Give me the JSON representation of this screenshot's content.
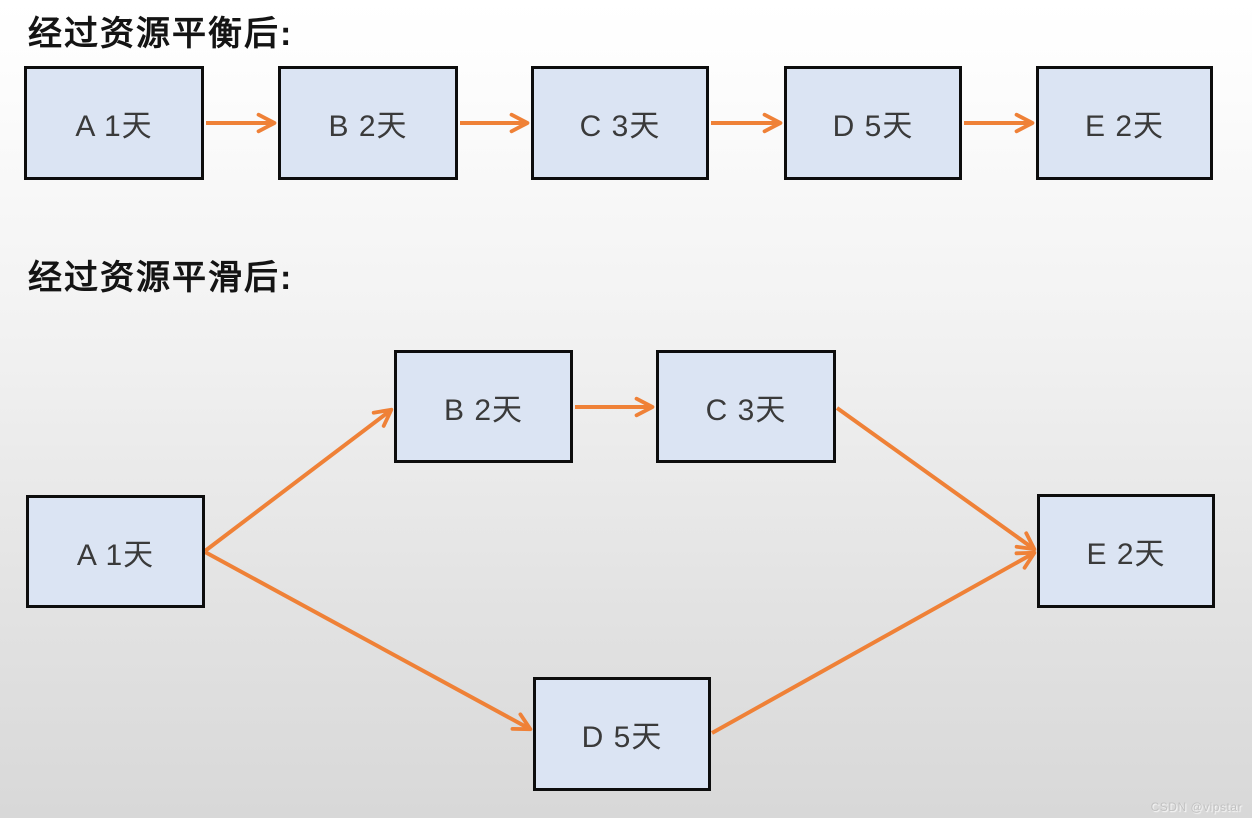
{
  "page": {
    "watermark": "CSDN @vipstar"
  },
  "colors": {
    "box_fill": "#dbe4f3",
    "box_border": "#0d0d0d",
    "arrow": "#ef8137",
    "label_text": "#3a3a3a",
    "title_text": "#141414"
  },
  "balanced": {
    "title": "经过资源平衡后:",
    "type": "sequential-flow",
    "nodes": [
      {
        "id": "A",
        "label": "A 1天"
      },
      {
        "id": "B",
        "label": "B 2天"
      },
      {
        "id": "C",
        "label": "C 3天"
      },
      {
        "id": "D",
        "label": "D 5天"
      },
      {
        "id": "E",
        "label": "E 2天"
      }
    ],
    "edges": [
      {
        "from": "A",
        "to": "B"
      },
      {
        "from": "B",
        "to": "C"
      },
      {
        "from": "C",
        "to": "D"
      },
      {
        "from": "D",
        "to": "E"
      }
    ]
  },
  "smoothed": {
    "title": "经过资源平滑后:",
    "type": "parallel-network",
    "nodes": [
      {
        "id": "A",
        "label": "A 1天"
      },
      {
        "id": "B",
        "label": "B 2天"
      },
      {
        "id": "C",
        "label": "C 3天"
      },
      {
        "id": "D",
        "label": "D 5天"
      },
      {
        "id": "E",
        "label": "E 2天"
      }
    ],
    "edges": [
      {
        "from": "A",
        "to": "B"
      },
      {
        "from": "B",
        "to": "C"
      },
      {
        "from": "C",
        "to": "E"
      },
      {
        "from": "A",
        "to": "D"
      },
      {
        "from": "D",
        "to": "E"
      }
    ]
  }
}
